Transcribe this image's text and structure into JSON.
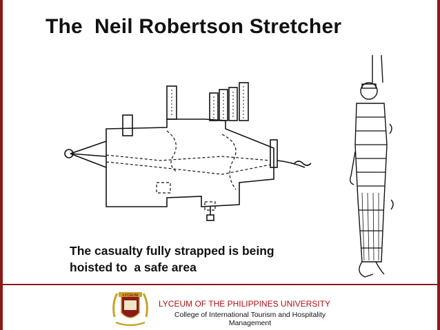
{
  "slide": {
    "title": "The  Neil Robertson Stretcher",
    "caption_lines": [
      "The casualty fully strapped is being",
      "hoisted to  a safe area"
    ]
  },
  "footer": {
    "university": "LYCEUM OF THE PHILIPPINES UNIVERSITY",
    "college": "College of International Tourism and Hospitality Management",
    "seal_text": "LYCEUM"
  },
  "colors": {
    "frame": "#8b1a1a",
    "university_text": "#b00f0f",
    "seal_gold": "#c9a227"
  }
}
